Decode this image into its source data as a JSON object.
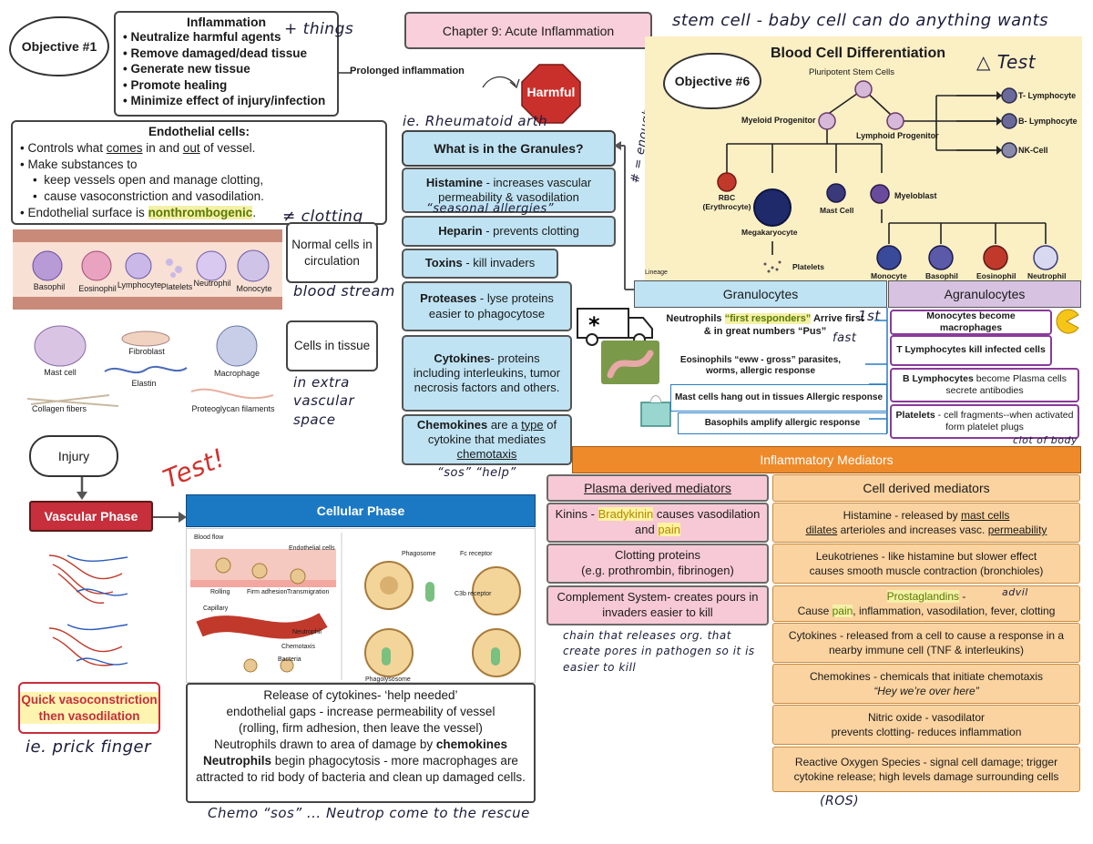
{
  "objective1": "Objective #1",
  "inflammation": {
    "title": "Inflammation",
    "items": [
      "Neutralize harmful agents",
      "Remove damaged/dead tissue",
      "Generate new tissue",
      "Promote healing",
      "Minimize effect of injury/infection"
    ],
    "note_things": "+ things"
  },
  "prolonged": "Prolonged inflammation",
  "harmful": "Harmful",
  "rheumatoid_note": "ie. Rheumatoid arth",
  "chapter_title": "Chapter 9: Acute Inflammation",
  "endothelial": {
    "title": "Endothelial cells:",
    "line1_a": "Controls what ",
    "line1_comes": "comes",
    "line1_b": " in and ",
    "line1_out": "out",
    "line1_c": " of vessel.",
    "line2": "Make substances to",
    "line3": "keep vessels open and manage clotting,",
    "line4": "cause vasoconstriction and vasodilation.",
    "line5_a": "Endothelial surface is ",
    "line5_hl": "nonthrombogenic",
    "line5_b": ".",
    "note_clotting": "≠ clotting"
  },
  "vessel_labels": [
    "Basophil",
    "Eosinophil",
    "Lymphocyte",
    "Platelets",
    "Neutrophil",
    "Monocyte"
  ],
  "tissue_labels": [
    "Mast cell",
    "Fibroblast",
    "Elastin",
    "Macrophage",
    "Collagen fibers",
    "Proteoglycan filaments"
  ],
  "normal_cells": "Normal cells in circulation",
  "note_blood": "blood stream",
  "cells_tissue": "Cells in tissue",
  "note_extra": "in extra vascular space",
  "granules": {
    "title": "What is in the Granules?",
    "histamine_b": "Histamine",
    "histamine_t": " - increases vascular permeability  & vasodilation",
    "note_seasonal": "“seasonal allergies”",
    "heparin_b": "Heparin",
    "heparin_t": " - prevents clotting",
    "toxins_b": "Toxins",
    "toxins_t": " - kill invaders",
    "proteases_b": "Proteases",
    "proteases_t": " - lyse proteins easier to phagocytose",
    "cytokines_b": "Cytokines",
    "cytokines_t": "- proteins including interleukins, tumor necrosis factors and others.",
    "chemokines_b": "Chemokines",
    "chemokines_t1": " are a ",
    "chemokines_type": "type",
    "chemokines_t2": " of cytokine that mediates ",
    "chemokines_chemo": "chemotaxis",
    "note_sos": "“sos” “help”",
    "note_enough": "# = enough neutrophil"
  },
  "note_stem": "stem cell - baby cell can do anything wants",
  "note_test1": "△ Test",
  "blood_diff": {
    "title": "Blood Cell Differentiation",
    "objective": "Objective #6",
    "pluripotent": "Pluripotent Stem Cells",
    "myeloid": "Myeloid Progenitor",
    "lymphoid": "Lymphoid Progenitor",
    "t_lymph": "T- Lymphocyte",
    "b_lymph": "B- Lymphocyte",
    "nk": "NK-Cell",
    "rbc": "RBC (Erythrocyte)",
    "megakaryocyte": "Megakaryocyte",
    "mast": "Mast Cell",
    "myeloblast": "Myeloblast",
    "platelets": "Platelets",
    "monocyte": "Monocyte",
    "basophil": "Basophil",
    "eosinophil": "Eosinophil",
    "neutrophil": "Neutrophil",
    "lineage": "Lineage"
  },
  "granulocytes": {
    "title": "Granulocytes",
    "neutro_b": "Neutrophils ",
    "neutro_q": "“first responders”",
    "neutro_t": " Arrive first & in great numbers  “Pus”",
    "eosino_b": "Eosinophils",
    "eosino_t": " “eww - gross” parasites, worms, allergic response",
    "mast_b": "Mast cells",
    "mast_t": " hang out in tissues  Allergic response",
    "baso_b": "Basophils",
    "baso_t": " amplify allergic response",
    "note_1st": "1st",
    "note_fast": "fast"
  },
  "agranulocytes": {
    "title": "Agranulocytes",
    "mono_b": "Monocytes",
    "mono_t": " become macrophages",
    "t_b": "T Lymphocytes",
    "t_t": " kill infected cells",
    "b_b": "B Lymphocytes",
    "b_t": "  become Plasma cells secrete antibodies",
    "plt_b": "Platelets",
    "plt_t": " - cell fragments--when activated form platelet plugs",
    "note_clot": "clot of body"
  },
  "injury": "Injury",
  "test_note": "Test!",
  "vascular_phase": "Vascular Phase",
  "quick": "Quick vasoconstriction then vasodilation",
  "note_prick": "ie. prick finger",
  "cellular_phase": "Cellular Phase",
  "cellular_fig_labels": [
    "Blood flow",
    "Endothelial cells",
    "Rolling",
    "Firm adhesion",
    "Transmigration",
    "Capillary",
    "Neutrophil",
    "Chemotaxis",
    "Bacteria",
    "Phagosome",
    "Fc receptor",
    "C3b receptor",
    "Phagolysosome"
  ],
  "cytokine_release": {
    "line1": "Release of cytokines- ‘help needed’",
    "line2": "endothelial gaps - increase permeability of vessel",
    "line3": "(rolling, firm adhesion, then leave the vessel)",
    "line4a": "Neutrophils drawn to area of damage by ",
    "line4b": "chemokines",
    "line5a": "Neutrophils",
    "line5b": " begin phagocytosis - more macrophages are attracted to rid body of bacteria and clean up damaged cells."
  },
  "note_chemo": "Chemo “sos” ... Neutrop come to the rescue",
  "mediators": {
    "title": "Inflammatory Mediators",
    "plasma_title": "Plasma derived mediators",
    "cell_title": "Cell derived mediators",
    "kinins_a": "Kinins - ",
    "kinins_hl": "Bradykinin",
    "kinins_b": " causes vasodilation and ",
    "kinins_pain": "pain",
    "clotting_1": "Clotting proteins",
    "clotting_2": "(e.g. prothrombin, fibrinogen)",
    "complement": "Complement System- creates pours in invaders easier to kill",
    "histamine_a": "Histamine - released by ",
    "histamine_mast": "mast cells",
    "histamine_dil": "dilates",
    "histamine_b": " arterioles and increases vasc. ",
    "histamine_perm": "permeability",
    "leuko_1": "Leukotrienes - like histamine but slower effect",
    "leuko_2": "causes smooth muscle contraction (bronchioles)",
    "prosta_hl": "Prostaglandins",
    "prosta_a": " -",
    "prosta_b": "Cause ",
    "prosta_pain": "pain",
    "prosta_c": ", inflammation, vasodilation, fever, clotting",
    "note_advil": "advil",
    "cyto_1": "Cytokines - released from a cell to cause a response in a nearby immune cell (TNF & interleukins)",
    "chemo_1": "Chemokines - chemicals that initiate chemotaxis",
    "chemo_2": "“Hey we’re over here”",
    "nitric_1": "Nitric oxide - vasodilator",
    "nitric_2": "prevents clotting- reduces inflammation",
    "ros_1": "Reactive Oxygen Species - signal cell damage; trigger cytokine release; high levels damage surrounding cells",
    "note_ros": "(ROS)",
    "note_chain": "chain that releases org. that create pores in pathogen so it is easier to kill"
  }
}
